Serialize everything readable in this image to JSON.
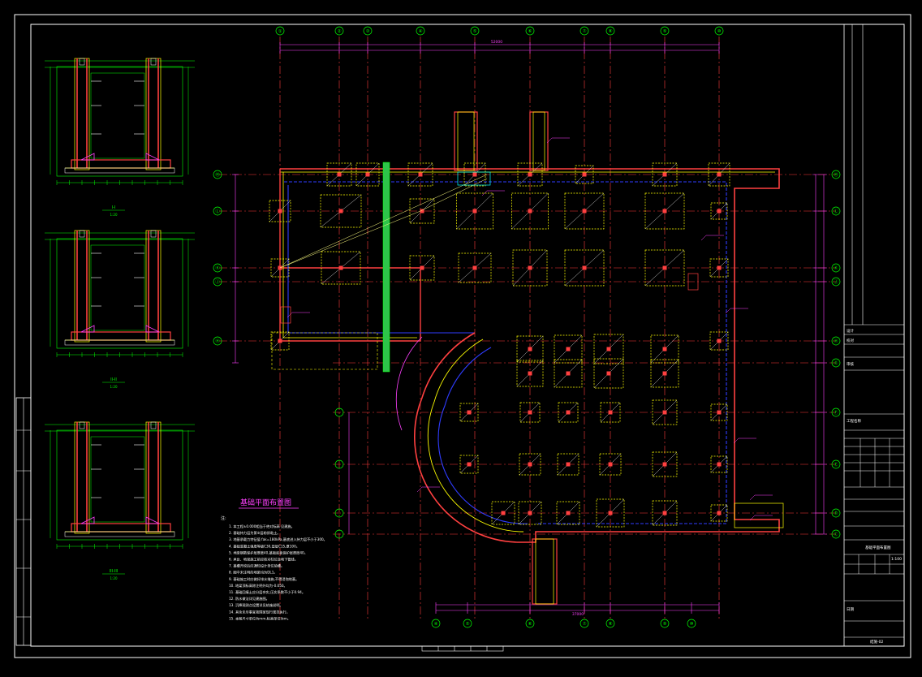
{
  "drawing": {
    "plan_title": "基础平面布置图",
    "notes_heading": "注:",
    "notes": [
      "1. 本工程±0.000相当于绝对标高 见建施。",
      "2. 基础持力层为第③层粉质粘土。",
      "3. 地基承载力特征值 fak=180kPa,基底进入持力层不小于300。",
      "4. 基础混凝土强度等级C30,垫层C15,厚100。",
      "5. 地梁钢筋保护层厚度40,基础底板保护层厚度40。",
      "6. 承台、地梁施工前应核对柱位及地下管线。",
      "7. 基槽开挖后应通知设计单位验槽。",
      "8. 图中未注明的地梁均为DL1。",
      "9. 基础施工时应做好排水措施,不得浸泡地基。",
      "10. 地梁顶标高除注明外均为-0.050。",
      "11. 基础回填土应分层夯实,压实系数不小于0.94。",
      "12. 防水做法详见建施图。",
      "13. 沉降观测点设置详见结施说明。",
      "14. 其余未尽事宜按国家现行规范执行。",
      "15. 本图尺寸单位为mm,标高单位为m。"
    ],
    "sections": [
      {
        "title": "I-I",
        "scale": "1:20"
      },
      {
        "title": "II-II",
        "scale": "1:20"
      },
      {
        "title": "III-III",
        "scale": "1:20"
      }
    ],
    "grid_top": [
      "①",
      "②",
      "③",
      "④",
      "⑤",
      "⑥",
      "⑦",
      "⑧",
      "⑨",
      "⑩"
    ],
    "grid_bottom": [
      "④",
      "⑤",
      "⑥",
      "⑦",
      "⑧",
      "⑨",
      "⑩"
    ],
    "grid_left": [
      "Ⓜ",
      "Ⓛ",
      "Ⓚ",
      "Ⓙ",
      "Ⓗ"
    ],
    "grid_right": [
      "Ⓜ",
      "Ⓛ",
      "Ⓚ",
      "Ⓙ",
      "Ⓗ",
      "Ⓖ",
      "Ⓕ",
      "Ⓔ",
      "Ⓓ",
      "Ⓒ"
    ],
    "overall_dim_top": "52000",
    "overall_dim_bottom": "37000",
    "title_block": {
      "design": "设计",
      "check": "校对",
      "approve": "审核",
      "drawing_no": "结施-02",
      "project": "工程名称",
      "sheet_name": "基础平面布置图",
      "scale": "1:100",
      "date": "日期"
    },
    "colors": {
      "background": "#000000",
      "frame": "#ffffff",
      "grid": "#ff3b3b",
      "dim": "#ff40ff",
      "wall": "#ffff00",
      "beam": "#ff4040",
      "axis_circle": "#00ff00",
      "blue_line": "#2f3cff",
      "cyan": "#00ffff",
      "green_band": "#2ec44a"
    }
  }
}
